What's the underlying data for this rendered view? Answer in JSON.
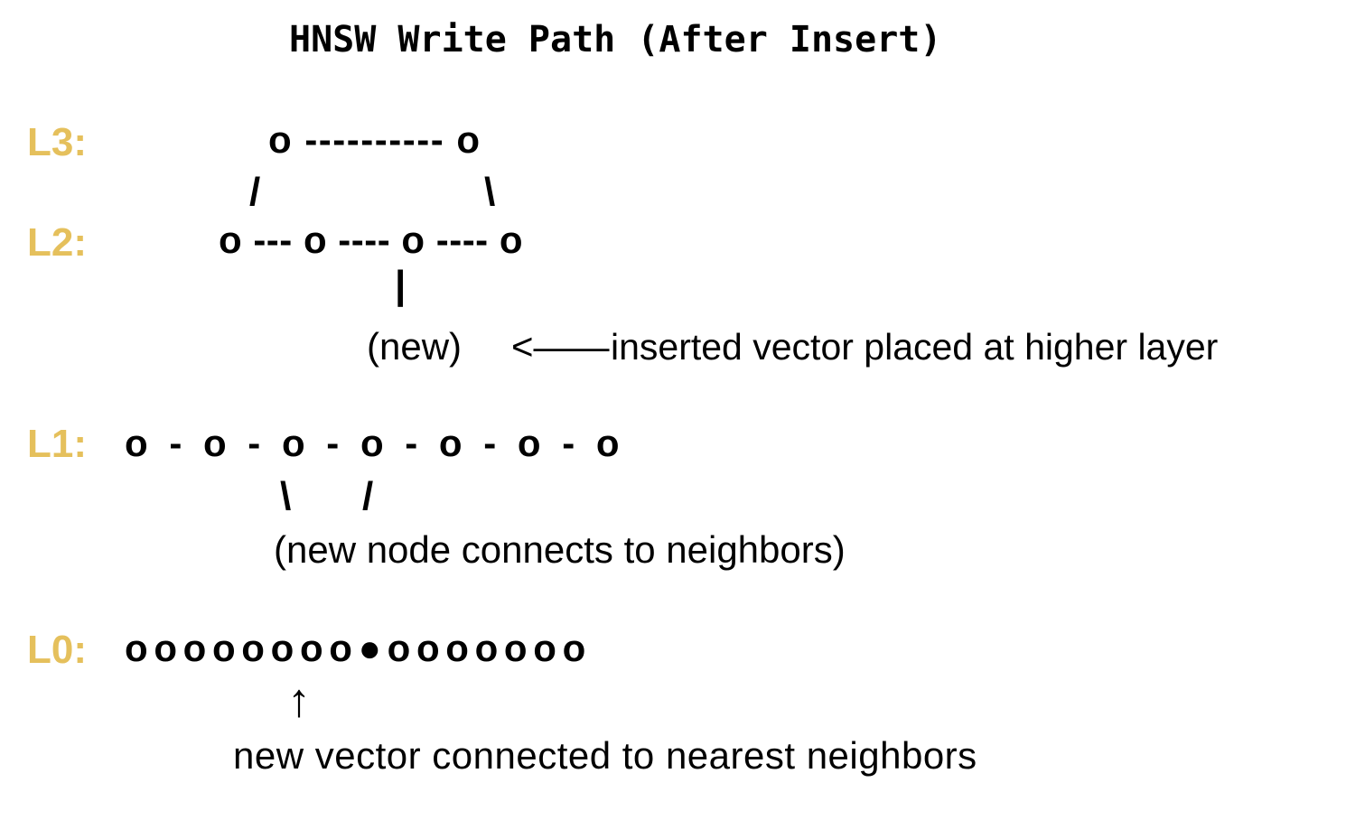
{
  "title": "HNSW Write Path (After Insert)",
  "colors": {
    "layer_label": "#E5C05C",
    "text": "#000000",
    "background": "#FFFFFF"
  },
  "layers": [
    {
      "id": "L3",
      "label": "L3:",
      "nodes": "o ---------- o"
    },
    {
      "id": "L2",
      "label": "L2:",
      "nodes": "o --- o ---- o ---- o"
    },
    {
      "id": "L1",
      "label": "L1:",
      "nodes": "o - o - o - o - o - o - o"
    },
    {
      "id": "L0",
      "label": "L0:",
      "nodes": "o o o o o o o o ● o o o o o o o"
    }
  ],
  "connectors": {
    "l3_to_l2_left": "/",
    "l3_to_l2_right": "\\",
    "l2_down_pipe": "|",
    "l1_connect_left": "\\",
    "l1_connect_right": "/",
    "left_arrow": "<——",
    "up_arrow": "↑"
  },
  "annotations": {
    "new_node": "(new)",
    "inserted_vector": "inserted vector placed at higher layer",
    "l1_note": "(new node connects to neighbors)",
    "l0_note": "new vector connected to nearest neighbors"
  }
}
